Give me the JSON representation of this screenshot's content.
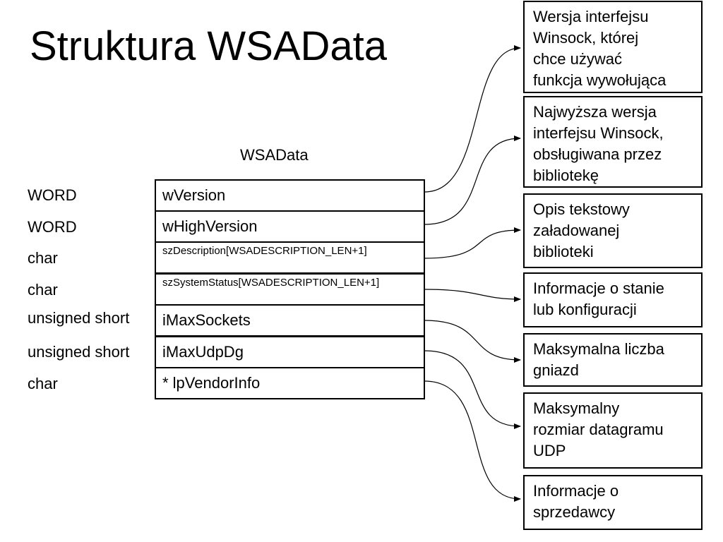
{
  "title": "Struktura WSAData",
  "struct_name": "WSAData",
  "fields": [
    {
      "type": "WORD",
      "name": "wVersion"
    },
    {
      "type": "WORD",
      "name": "wHighVersion"
    },
    {
      "type": "char",
      "name": "szDescription[WSADESCRIPTION_LEN+1]"
    },
    {
      "type": "char",
      "name": "szSystemStatus[WSADESCRIPTION_LEN+1]"
    },
    {
      "type": "unsigned short",
      "name": "iMaxSockets"
    },
    {
      "type": "unsigned short",
      "name": "iMaxUdpDg"
    },
    {
      "type": "char",
      "name": "* lpVendorInfo"
    }
  ],
  "descriptions": [
    {
      "lines": [
        "Wersja interfejsu",
        "Winsock, której",
        "chce używać",
        "funkcja wywołująca"
      ]
    },
    {
      "lines": [
        "Najwyższa wersja",
        "interfejsu Winsock,",
        "obsługiwana przez",
        "bibliotekę"
      ]
    },
    {
      "lines": [
        "Opis tekstowy",
        "załadowanej",
        "biblioteki"
      ]
    },
    {
      "lines": [
        "Informacje o stanie",
        "lub konfiguracji"
      ]
    },
    {
      "lines": [
        "Maksymalna liczba",
        "gniazd"
      ]
    },
    {
      "lines": [
        "Maksymalny",
        "rozmiar datagramu",
        "UDP"
      ]
    },
    {
      "lines": [
        "Informacje o",
        "sprzedawcy"
      ]
    }
  ]
}
